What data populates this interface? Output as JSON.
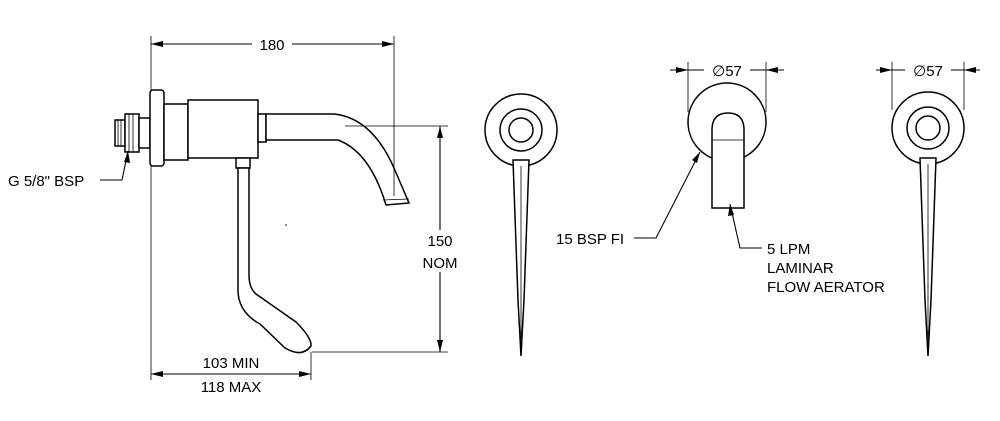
{
  "dimensions": {
    "overall_length": "180",
    "height_line1": "150",
    "height_line2": "NOM",
    "projection_min": "103 MIN",
    "projection_max": "118 MAX",
    "diameter_a": "57",
    "diameter_b": "57",
    "diameter_symbol": "∅"
  },
  "callouts": {
    "inlet_thread": "G 5/8\" BSP",
    "fixing": "15 BSP FI",
    "aerator_line1": "5 LPM",
    "aerator_line2": "LAMINAR",
    "aerator_line3": "FLOW AERATOR"
  }
}
